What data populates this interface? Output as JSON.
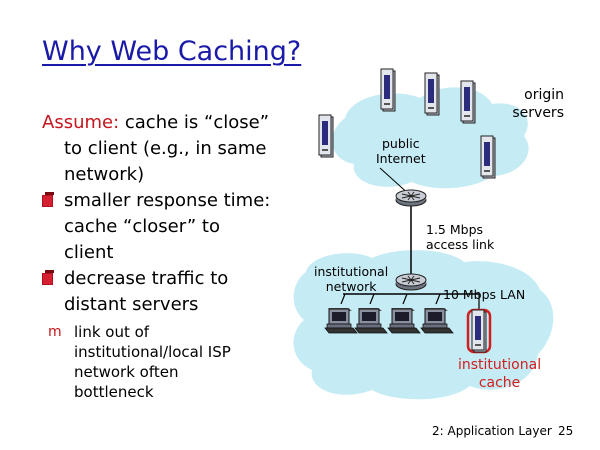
{
  "title": "Why Web Caching?",
  "assume": {
    "keyword": "Assume:",
    "line1": " cache is “close”",
    "line2": "to client (e.g., in same",
    "line3": "network)"
  },
  "bullets": [
    {
      "lines": [
        "smaller response time:",
        "cache “closer” to",
        "client"
      ]
    },
    {
      "lines": [
        "decrease traffic to",
        "distant servers"
      ]
    }
  ],
  "sub_bullet": {
    "icon": "m",
    "lines": [
      "link out of",
      "institutional/local ISP",
      "network often",
      "bottleneck"
    ]
  },
  "network": {
    "origin_servers": [
      "origin",
      "servers"
    ],
    "public_internet": [
      "public",
      "Internet"
    ],
    "access_link": [
      "1.5 Mbps",
      "access link"
    ],
    "institutional_network": [
      "institutional",
      "network"
    ],
    "lan": "10 Mbps LAN",
    "institutional_cache": [
      "institutional",
      "cache"
    ]
  },
  "colors": {
    "title": "#1a1aa8",
    "accent_red": "#c4161c",
    "cloud": "#c5ecf5"
  },
  "footer": {
    "chapter": "2: Application Layer",
    "page": "25"
  }
}
